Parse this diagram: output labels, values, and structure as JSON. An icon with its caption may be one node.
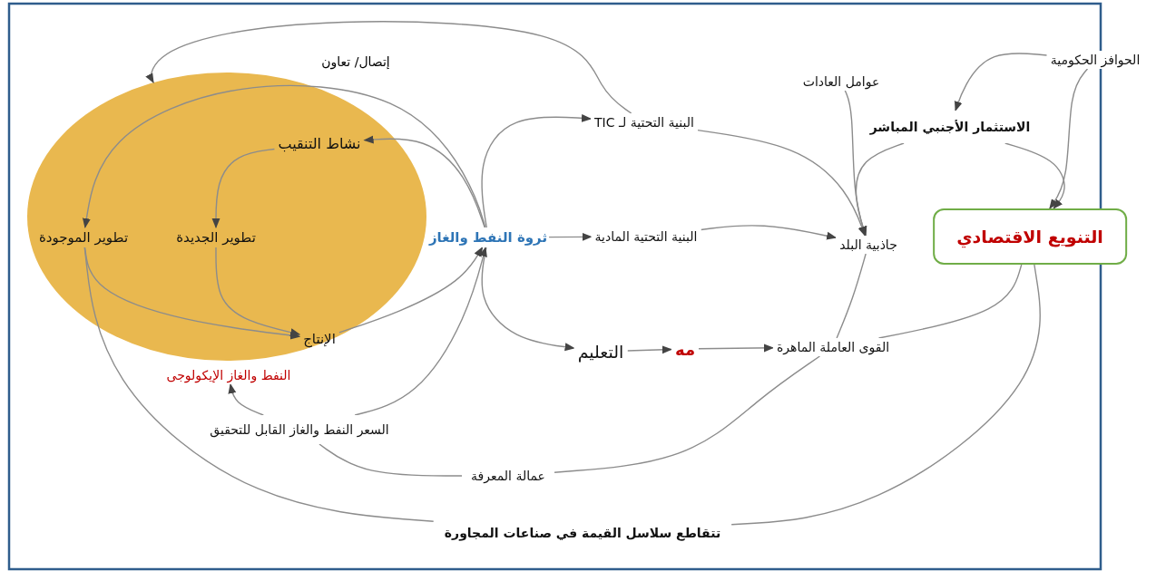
{
  "diagram": {
    "nodes": [
      {
        "text": [],
        "shape": "circle"
      },
      {
        "text": [
          "نشاط التنقيب"
        ],
        "in": 0
      },
      {
        "text": [
          "تطوير الموجودة"
        ],
        "in": 0
      },
      {
        "text": [
          "تطوير الجديدة"
        ],
        "in": 0
      },
      {
        "text": [
          "الإنتاج"
        ],
        "in": 0
      },
      {
        "text": [
          "النفط والغاز الإيكولوجى"
        ]
      },
      {
        "text": [
          "ثروة النفط والغاز"
        ]
      },
      {
        "text": [
          "البنية التحتية لـ TIC"
        ]
      },
      {
        "text": [
          "البنية التحتية المادية"
        ]
      },
      {
        "text": [
          "التعليم"
        ]
      },
      {
        "text": [
          "مه"
        ]
      },
      {
        "text": [
          "القوى العاملة الماهرة"
        ]
      },
      {
        "text": [
          "عوامل العادات"
        ]
      },
      {
        "text": [
          "الحوافز الحكومية"
        ]
      },
      {
        "text": [
          "الاستثمار الأجنبي المباشر"
        ]
      },
      {
        "text": [
          "جاذبية البلد"
        ]
      },
      {
        "text": [
          "التنويع الاقتصادي"
        ]
      },
      {
        "text": [
          "السعر النفط والغاز القابل للتحقيق"
        ]
      },
      {
        "text": [
          "عمالة المعرفة"
        ]
      },
      {
        "text": [
          "تتقاطع سلاسل القيمة في صناعات المجاورة"
        ]
      }
    ],
    "edges": [
      {
        "from": 7,
        "to": 0,
        "arrow": "to",
        "label": "إتصال/ تعاون"
      },
      {
        "from": 6,
        "to": 2,
        "arrow": "to"
      },
      {
        "from": 6,
        "to": 1,
        "arrow": "to"
      },
      {
        "from": 6,
        "to": 7,
        "arrow": "to"
      },
      {
        "from": 6,
        "to": 8,
        "arrow": "to"
      },
      {
        "from": 6,
        "to": 9,
        "arrow": "to"
      },
      {
        "from": 1,
        "to": 3,
        "arrow": "to"
      },
      {
        "from": 2,
        "to": 4,
        "arrow": "to"
      },
      {
        "from": 3,
        "to": 4,
        "arrow": "to"
      },
      {
        "from": 4,
        "to": 6,
        "arrow": "to"
      },
      {
        "from": 17,
        "to": 6,
        "arrow": "to"
      },
      {
        "from": 17,
        "to": 5,
        "arrow": "to"
      },
      {
        "from": 9,
        "to": 10,
        "arrow": "to"
      },
      {
        "from": 10,
        "to": 11,
        "arrow": "to"
      },
      {
        "from": 8,
        "to": 15,
        "arrow": "to"
      },
      {
        "from": 7,
        "to": 15,
        "arrow": "to"
      },
      {
        "from": 12,
        "to": 15,
        "arrow": "to"
      },
      {
        "from": 14,
        "to": 15,
        "arrow": "to"
      },
      {
        "from": 13,
        "to": 14,
        "arrow": "to"
      },
      {
        "from": 13,
        "to": 16,
        "arrow": "to"
      },
      {
        "from": 14,
        "to": 16,
        "arrow": "to"
      },
      {
        "from": 15,
        "to": 11,
        "arrow": "none"
      },
      {
        "from": 16,
        "to": 11,
        "arrow": "none"
      },
      {
        "from": 11,
        "to": 18,
        "arrow": "none"
      },
      {
        "from": 17,
        "to": 18,
        "arrow": "none"
      },
      {
        "from": 2,
        "to": 19,
        "arrow": "none"
      },
      {
        "from": 16,
        "to": 19,
        "arrow": "none"
      }
    ]
  }
}
